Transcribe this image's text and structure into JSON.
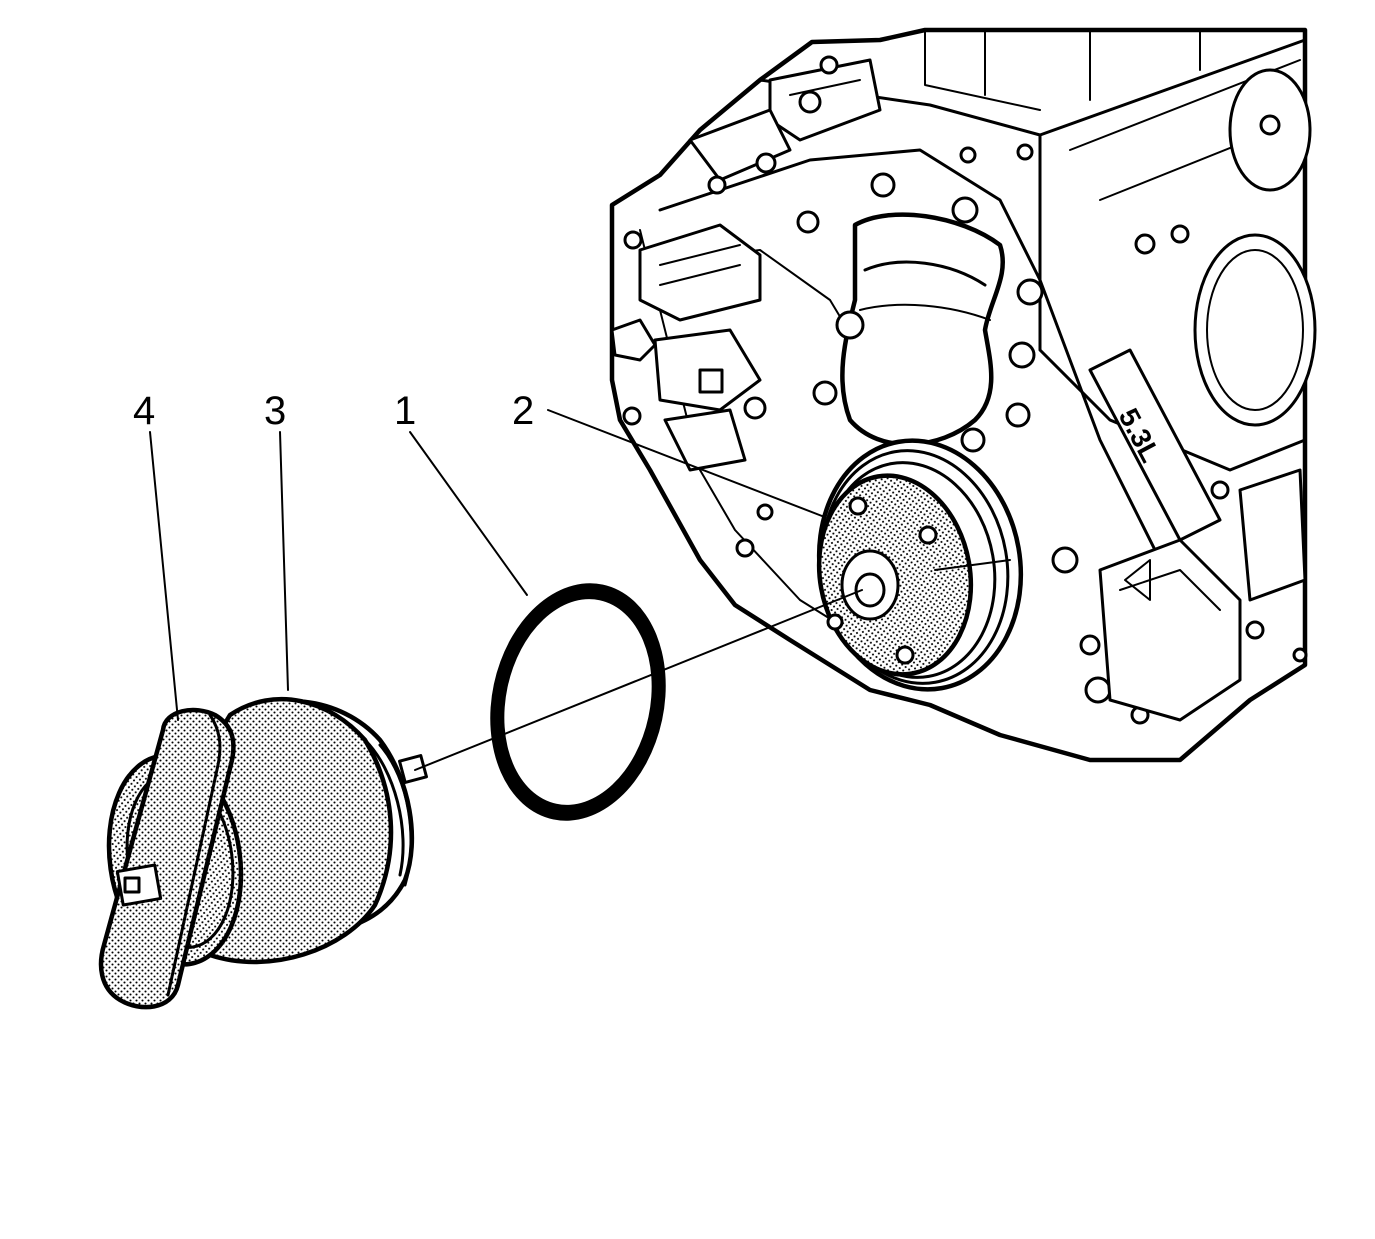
{
  "diagram": {
    "callouts": [
      {
        "id": "1",
        "label": "1"
      },
      {
        "id": "2",
        "label": "2"
      },
      {
        "id": "3",
        "label": "3"
      },
      {
        "id": "4",
        "label": "4"
      }
    ],
    "block_marking": "5.3L",
    "colors": {
      "ink": "#000000",
      "paper": "#ffffff"
    }
  }
}
